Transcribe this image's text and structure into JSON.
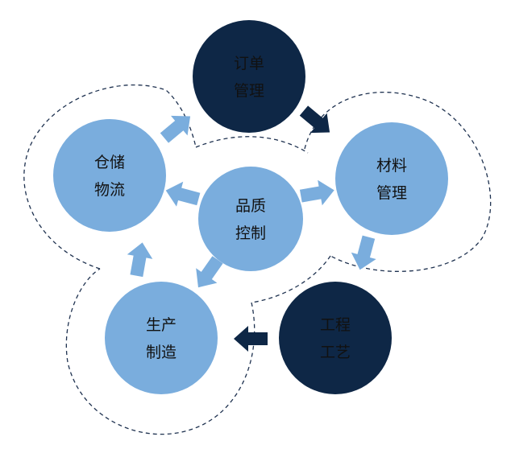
{
  "colors": {
    "light_node": "#7aaddd",
    "dark_node": "#0e2746",
    "light_arrow": "#7aaddd",
    "dark_arrow": "#0e2746",
    "dash_line": "#1f3250",
    "text_on_light": "#111111",
    "text_on_dark": "#111111"
  },
  "nodes": {
    "order": {
      "line1": "订单",
      "line2": "管理"
    },
    "material": {
      "line1": "材料",
      "line2": "管理"
    },
    "engineering": {
      "line1": "工程",
      "line2": "工艺"
    },
    "production": {
      "line1": "生产",
      "line2": "制造"
    },
    "warehouse": {
      "line1": "仓储",
      "line2": "物流"
    },
    "quality": {
      "line1": "品质",
      "line2": "控制"
    }
  }
}
